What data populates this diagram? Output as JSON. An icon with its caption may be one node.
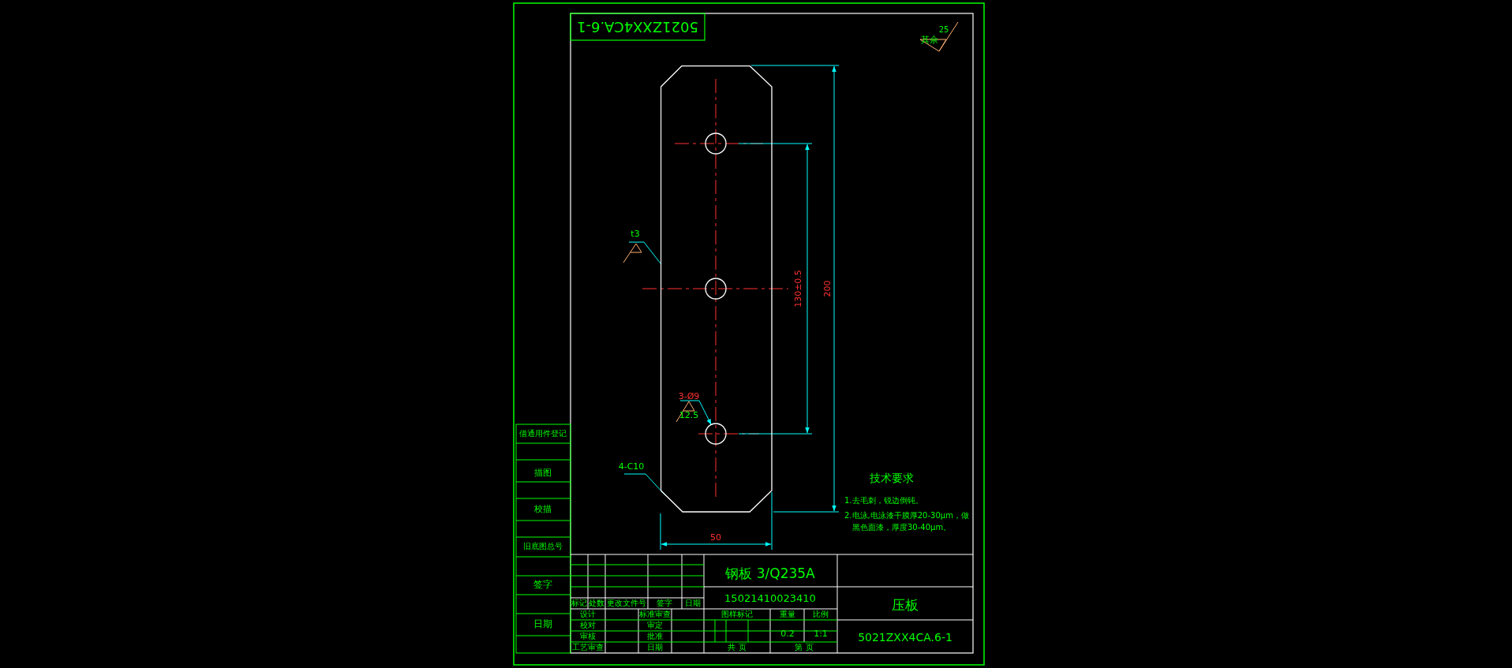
{
  "diagram": {
    "nodes": [
      {
        "text": [],
        "shape": "picture"
      },
      {
        "text": [],
        "shape": "circle",
        "in": 0
      },
      {
        "text": [],
        "shape": "circle",
        "in": 0
      },
      {
        "text": [],
        "shape": "circle",
        "in": 0
      },
      {
        "text": [
          "t3"
        ]
      },
      {
        "text": [
          "3-Ø9",
          "12.5"
        ],
        "in": 0
      },
      {
        "text": [
          "4-C10"
        ]
      }
    ],
    "edges": [
      {
        "from": 4,
        "to": 0,
        "arrow": "none"
      },
      {
        "from": 5,
        "to": 3,
        "arrow": "to"
      },
      {
        "from": 6,
        "to": 0,
        "arrow": "none"
      }
    ],
    "labels": [
      "5021ZXX4CA.6-1",
      "其余",
      "25",
      "200",
      "130±0.5",
      "50",
      "技术要求",
      "1.去毛刺，锐边倒钝。",
      "2.电泳,电泳漆干膜厚20-30μm，做黑色面漆，厚度30-40μm。",
      "借通用件登记",
      "描图",
      "校描",
      "旧底图总号",
      "签字",
      "日期",
      "钢板 3/Q235A",
      "标记",
      "处数",
      "更改文件号",
      "签字",
      "日期",
      "15021410023410",
      "压板",
      "设计",
      "标准审查",
      "图样标记",
      "重量",
      "比例",
      "校对",
      "审定",
      "0.2",
      "1:1",
      "审核",
      "批准",
      "5021ZXX4CA.6-1",
      "工艺审查",
      "日期",
      "共 页",
      "第 页"
    ]
  }
}
